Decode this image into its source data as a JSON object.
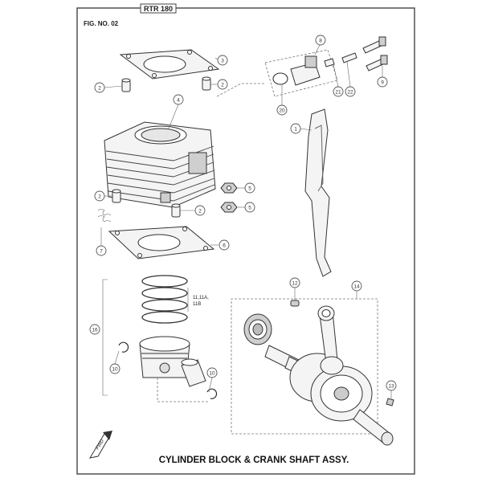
{
  "header": {
    "model": "RTR 180",
    "figure_no": "FIG. NO. 02"
  },
  "caption": "CYLINDER BLOCK & CRANK SHAFT ASSY.",
  "fwd_mark": "FWD",
  "ring_note": "11,11A,\n11B",
  "callouts": [
    "2",
    "2",
    "3",
    "4",
    "2",
    "2",
    "5",
    "5",
    "6",
    "7",
    "8",
    "9",
    "20",
    "21",
    "22",
    "1",
    "12",
    "14",
    "16",
    "10",
    "10",
    "13"
  ]
}
